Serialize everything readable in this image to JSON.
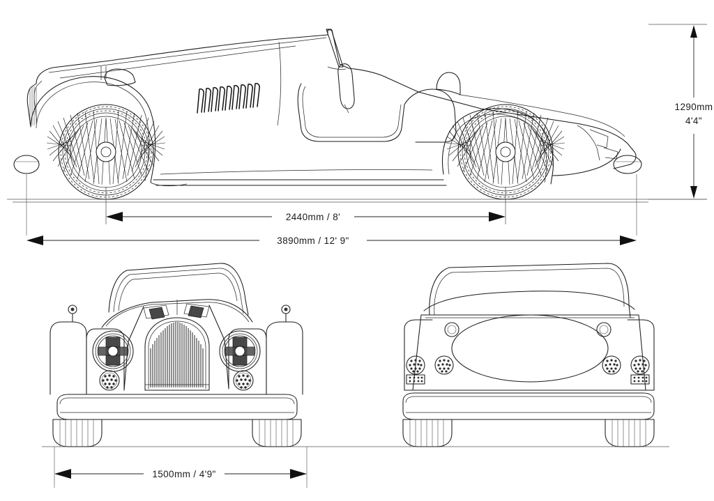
{
  "document": {
    "subject": "Classic roadster orthographic blueprint",
    "background_color": "#ffffff",
    "ink_color": "#1a1a1a",
    "views": [
      "side-elevation",
      "front-elevation",
      "rear-elevation"
    ]
  },
  "dimensions": {
    "height": {
      "label": "1290mm",
      "label_imperial": "4'4\"",
      "orientation": "vertical",
      "position": "right"
    },
    "wheelbase": {
      "label": "2440mm / 8'",
      "orientation": "horizontal",
      "position": "side-view-lower"
    },
    "length": {
      "label": "3890mm / 12' 9\"",
      "orientation": "horizontal",
      "position": "side-view-bottom"
    },
    "width": {
      "label": "1500mm / 4'9\"",
      "orientation": "horizontal",
      "position": "front-view-bottom"
    }
  },
  "side_view": {
    "name": "side-elevation",
    "features": [
      "wire-spoke-wheel-front",
      "wire-spoke-wheel-rear",
      "bonnet-louvres",
      "windscreen",
      "steering-wheel",
      "seat",
      "headrest",
      "running-board",
      "front-fender",
      "rear-fender",
      "spare-wheel-tail",
      "front-bumper-tip"
    ],
    "louvre_count": 10,
    "spoke_count": 48
  },
  "front_view": {
    "name": "front-elevation",
    "features": [
      "arched-grille",
      "headlamp-left",
      "headlamp-right",
      "fog-lamp-left",
      "fog-lamp-right",
      "mirror-stalk-left",
      "mirror-stalk-right",
      "bonnet-louvre-left",
      "bonnet-louvre-right",
      "front-bumper",
      "windscreen-frame",
      "front-wing-left",
      "front-wing-right",
      "tyres"
    ],
    "grille_slat_count": 26
  },
  "rear_view": {
    "name": "rear-elevation",
    "features": [
      "spare-wheel-recess",
      "tail-lamp-left",
      "tail-lamp-right",
      "reflector-left",
      "reflector-right",
      "fuel-cap-left",
      "fuel-cap-right",
      "rear-bumper",
      "hood-tonneau",
      "rear-wing-left",
      "rear-wing-right",
      "tyres"
    ]
  }
}
